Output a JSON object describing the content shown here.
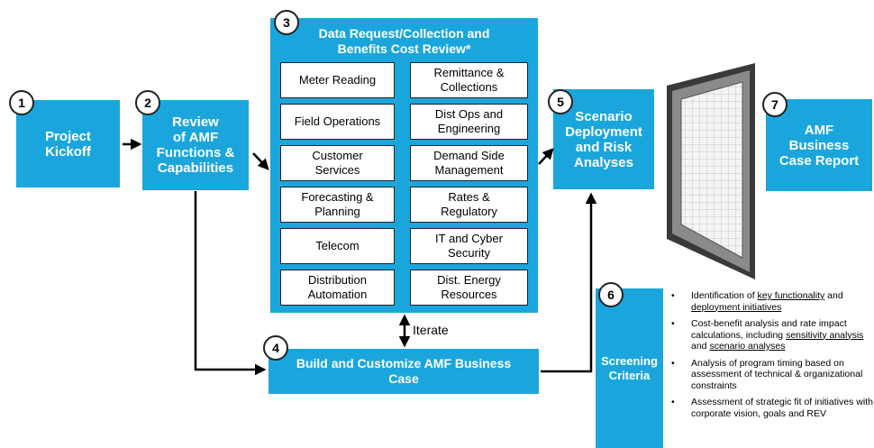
{
  "steps": {
    "kickoff": {
      "num": "1",
      "label": "Project\nKickoff"
    },
    "review": {
      "num": "2",
      "label": "Review\nof AMF\nFunctions &\nCapabilities"
    },
    "data_request": {
      "num": "3",
      "title": "Data Request/Collection and\nBenefits Cost Review*",
      "left_items": [
        "Meter Reading",
        "Field Operations",
        "Customer\nServices",
        "Forecasting &\nPlanning",
        "Telecom",
        "Distribution\nAutomation"
      ],
      "right_items": [
        "Remittance &\nCollections",
        "Dist Ops and\nEngineering",
        "Demand Side\nManagement",
        "Rates &\nRegulatory",
        "IT and Cyber\nSecurity",
        "Dist. Energy\nResources"
      ]
    },
    "build": {
      "num": "4",
      "label": "Build and Customize AMF Business\nCase"
    },
    "scenario": {
      "num": "5",
      "label": "Scenario\nDeployment\nand Risk\nAnalyses"
    },
    "screening": {
      "num": "6",
      "label": "Screening\nCriteria",
      "criteria": [
        [
          "Identification of ",
          "key functionality",
          " and ",
          "deployment initiatives",
          ""
        ],
        [
          "Cost-benefit analysis and rate impact calculations, including ",
          "sensitivity analysis",
          " and ",
          "scenario analyses",
          ""
        ],
        [
          "Analysis of program timing based on assessment of technical & organizational constraints",
          "",
          "",
          "",
          ""
        ],
        [
          "Assessment of strategic fit of initiatives with corporate vision, goals and REV",
          "",
          "",
          "",
          ""
        ]
      ]
    },
    "report": {
      "num": "7",
      "label": "AMF\nBusiness\nCase Report"
    }
  },
  "iterate_label": "Iterate",
  "colors": {
    "accent": "#1aa6dc",
    "arrow": "#000000"
  }
}
